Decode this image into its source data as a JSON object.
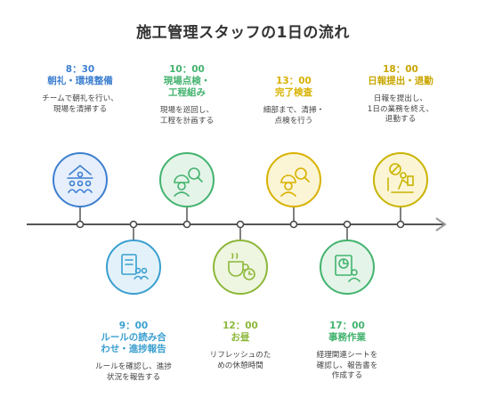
{
  "title": "施工管理スタッフの1日の流れ",
  "colors": {
    "blue": "#3d7fd0",
    "green": "#43b36e",
    "yellow": "#d9b100",
    "teal": "#3a9fd0",
    "lime": "#8cb83a",
    "line": "#444444"
  },
  "steps": [
    {
      "time": "8：30",
      "name": "朝礼・環境整備",
      "desc": "チームで朝礼を行い、\n現場を清掃する",
      "icon": "group-meeting-icon"
    },
    {
      "time": "9：00",
      "name": "ルールの読み合\nわせ・進捗報告",
      "desc": "ルールを確認し、進捗\n状況を報告する",
      "icon": "document-people-icon"
    },
    {
      "time": "10：00",
      "name": "現場点検・\n工程組み",
      "desc": "現場を巡回し、\n工程を計画する",
      "icon": "worker-search-icon"
    },
    {
      "time": "12：00",
      "name": "お昼",
      "desc": "リフレッシュのた\nめの休憩時間",
      "icon": "coffee-clock-icon"
    },
    {
      "time": "13：00",
      "name": "完了検査",
      "desc": "細部まで、清掃・\n点検を行う",
      "icon": "worker-inspect-icon"
    },
    {
      "time": "17：00",
      "name": "事務作業",
      "desc": "経理関連シートを\n確認し、報告書を\n作成する",
      "icon": "report-user-icon"
    },
    {
      "time": "18：00",
      "name": "日報提出・退勤",
      "desc": "日報を提出し、\n1日の業務を終え、\n退勤する",
      "icon": "submit-leave-icon"
    }
  ]
}
